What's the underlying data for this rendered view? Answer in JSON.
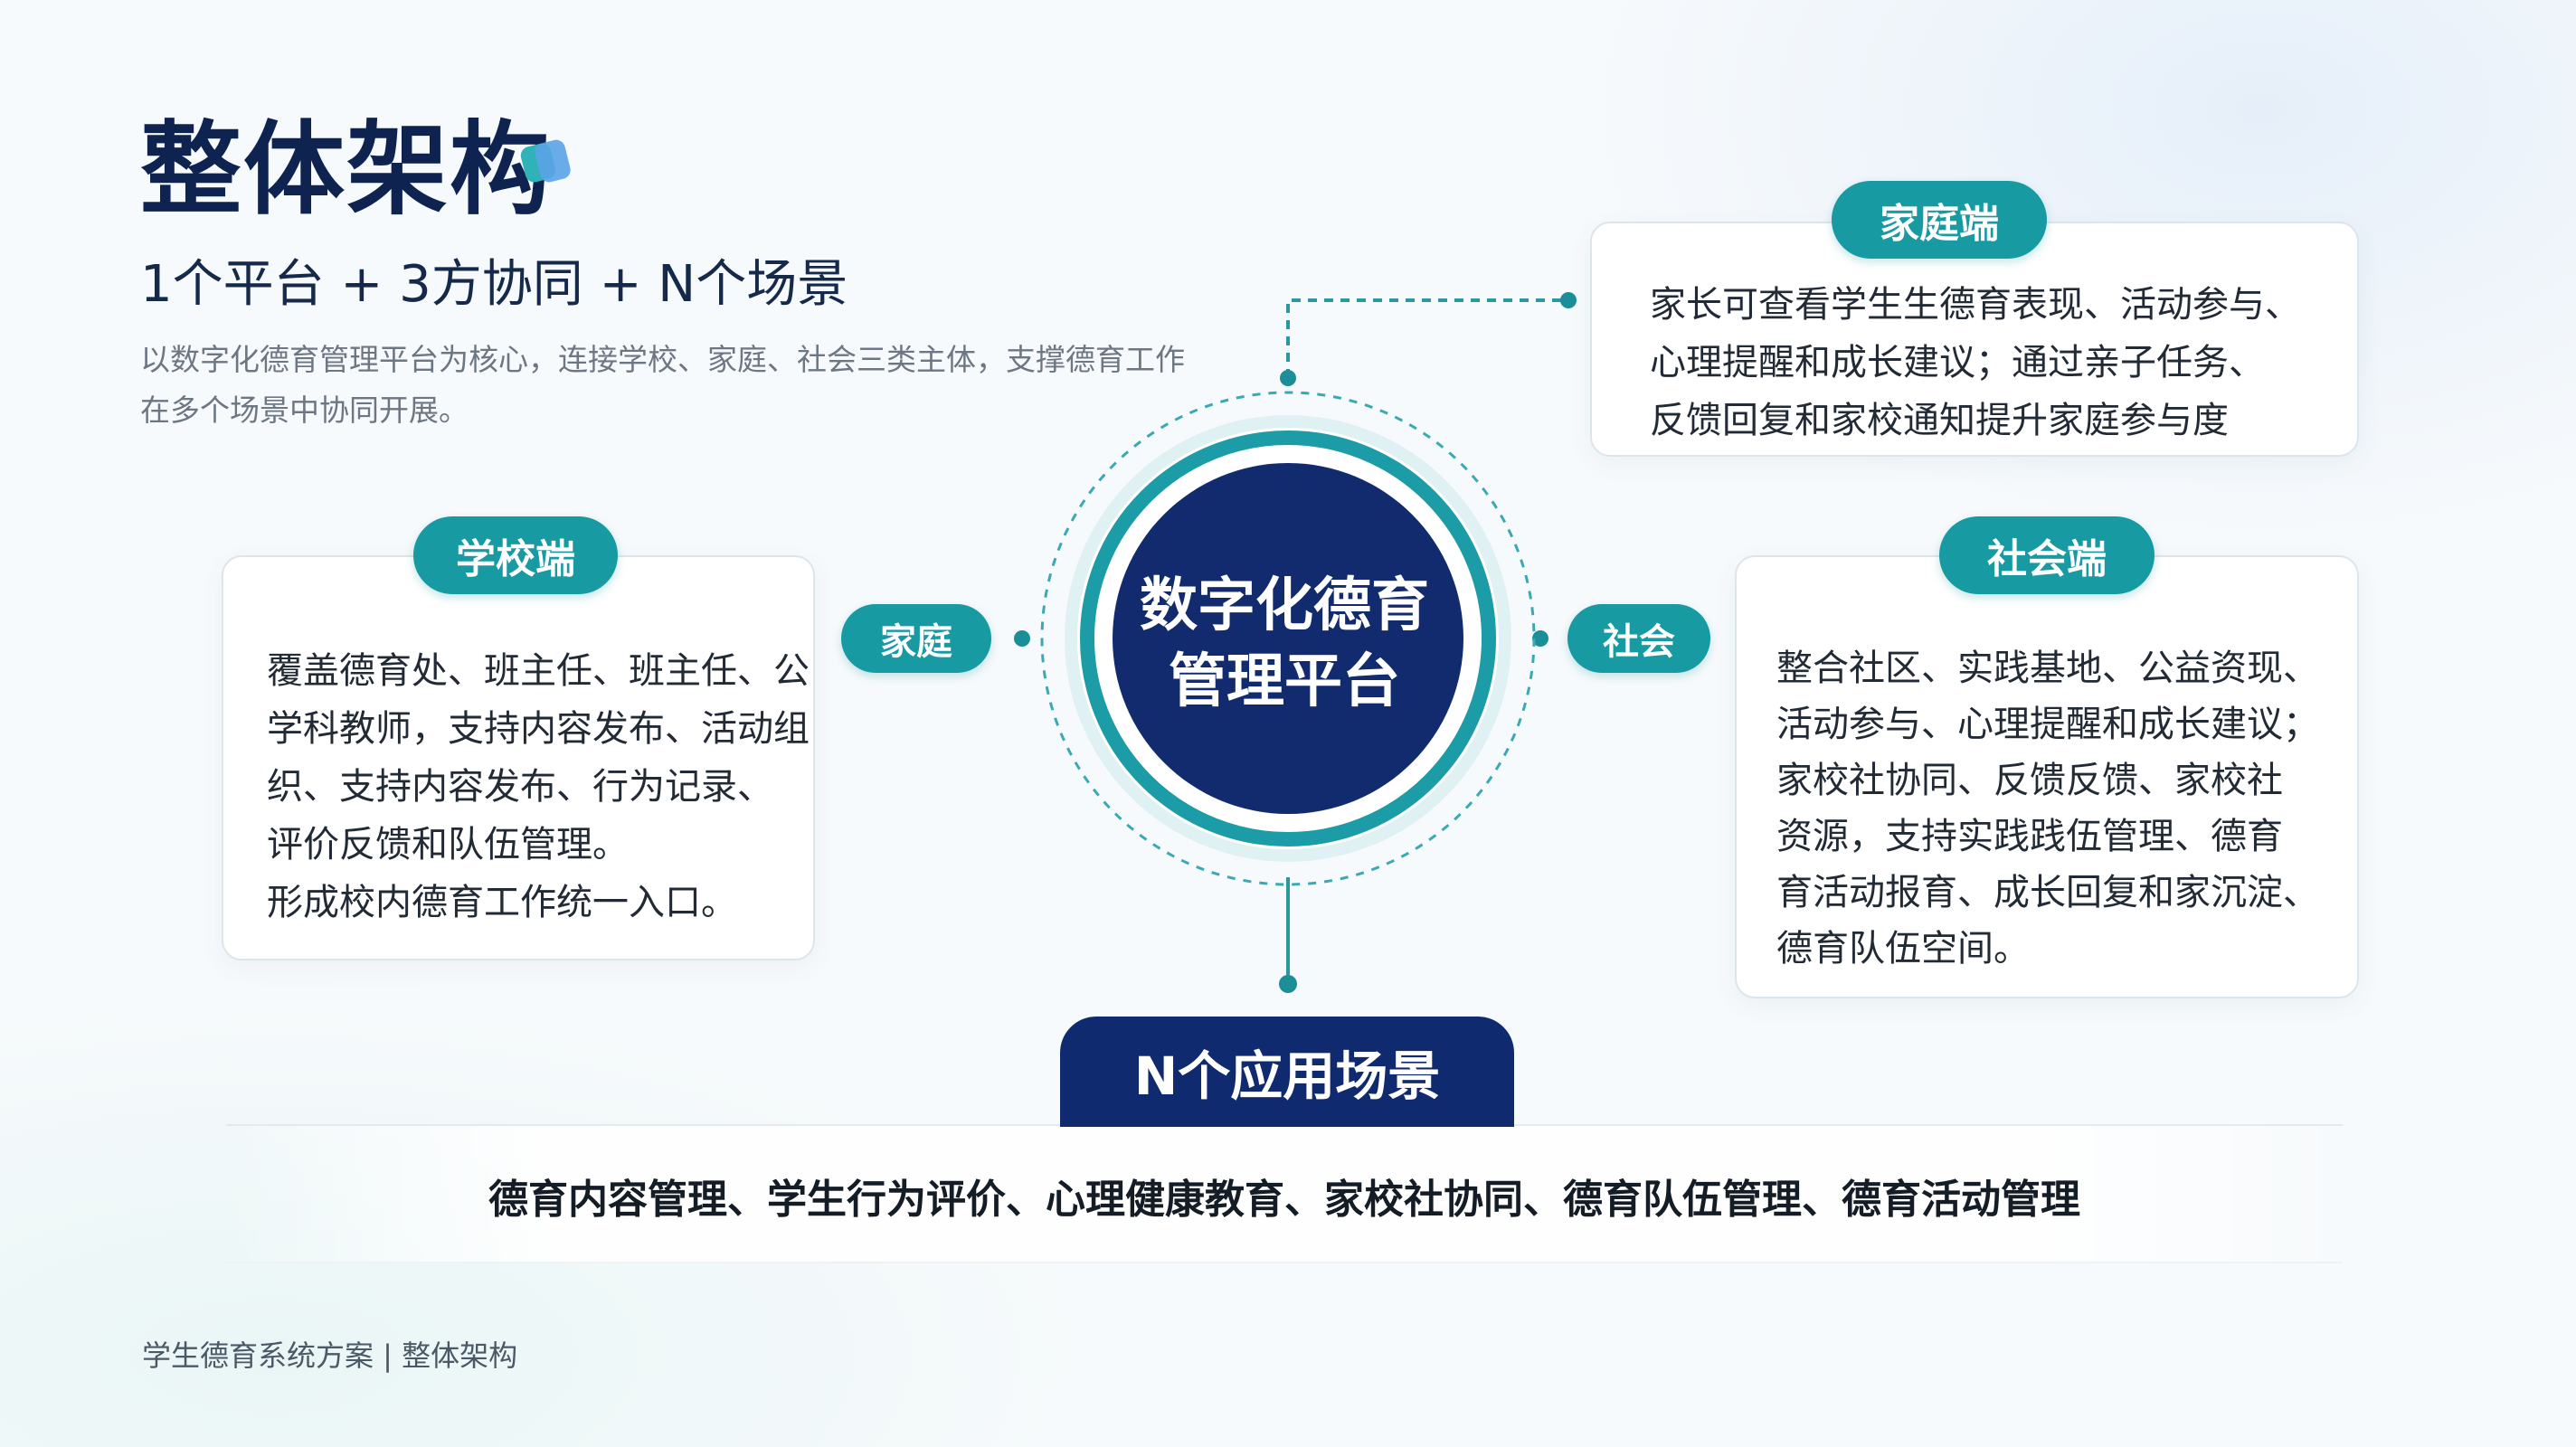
{
  "header": {
    "title": "整体架构",
    "subtitle": "1个平台 + 3方协同 + N个场景",
    "description": "以数字化德育管理平台为核心，连接学校、家庭、社会三类主体，支撑德育工作在多个场景中协同开展。"
  },
  "center": {
    "label": "数字化德育\n管理平台"
  },
  "connectors": {
    "left_label": "家庭",
    "right_label": "社会"
  },
  "nodes": {
    "family": {
      "title": "家庭端",
      "text": "家长可查看学生生德育表现、活动参与、\n心理提醒和成长建议；通过亲子任务、\n反馈回复和家校通知提升家庭参与度"
    },
    "school": {
      "title": "学校端",
      "text": "覆盖德育处、班主任、班主任、公\n学科教师，支持内容发布、活动组\n织、支持内容发布、行为记录、\n评价反馈和队伍管理。\n形成校内德育工作统一入口。"
    },
    "society": {
      "title": "社会端",
      "text": "整合社区、实践基地、公益资现、\n活动参与、心理提醒和成长建议；\n家校社协同、反馈反馈、家校社\n资源，支持实践践伍管理、德育\n育活动报育、成长回复和家沉淀、\n德育队伍空间。"
    }
  },
  "scenarios": {
    "header": "N个应用场景",
    "list": "德育内容管理、学生行为评价、心理健康教育、家校社协同、德育队伍管理、德育活动管理"
  },
  "footer": {
    "text": "学生德育系统方案 | 整体架构"
  },
  "colors": {
    "navy": "#0f2a6e",
    "teal": "#179aa2",
    "ring_dashed": "#3aa9b4"
  }
}
